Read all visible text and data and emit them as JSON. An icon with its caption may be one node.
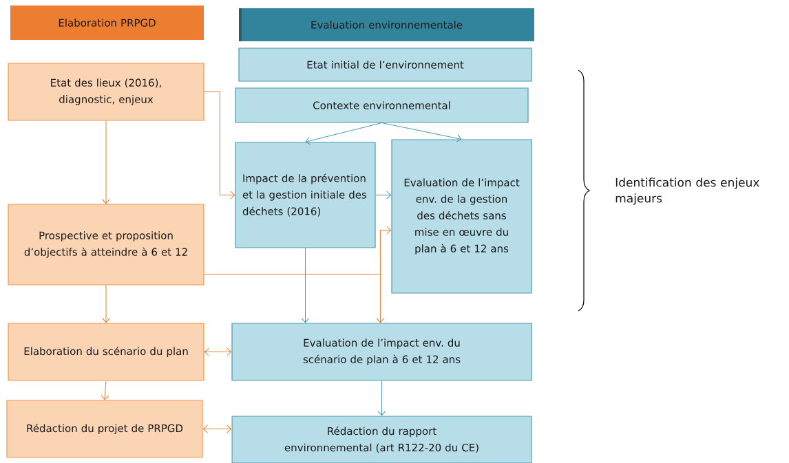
{
  "diagram": {
    "nodes": [
      {
        "text": [
          "Elaboration PRPGD"
        ]
      },
      {
        "text": [
          "Evaluation environnementale"
        ]
      },
      {
        "text": [
          "Etat initial de l’environnement"
        ]
      },
      {
        "text": [
          "Contexte environnemental"
        ]
      },
      {
        "text": [
          "Etat des lieux (2016), diagnostic, enjeux"
        ]
      },
      {
        "text": [
          "Impact de la prévention et la gestion initiale des déchets (2016)"
        ]
      },
      {
        "text": [
          "Evaluation de l’impact env. de la gestion des déchets sans mise en œuvre du plan à 6 et 12 ans"
        ]
      },
      {
        "text": [
          "Prospective et proposition d’objectifs à atteindre à 6 et 12"
        ]
      },
      {
        "text": [
          "Elaboration du scénario du plan"
        ]
      },
      {
        "text": [
          "Evaluation de l’impact env. du scénario de plan à 6 et 12 ans"
        ]
      },
      {
        "text": [
          "Rédaction du projet de PRPGD"
        ]
      },
      {
        "text": [
          "Rédaction du rapport environnemental (art R122-20 du CE)"
        ]
      }
    ],
    "edges": [
      {
        "from": 3,
        "to": 5,
        "arrow": "to",
        "color": "#4a9ab0"
      },
      {
        "from": 3,
        "to": 6,
        "arrow": "to",
        "color": "#4a9ab0"
      },
      {
        "from": 4,
        "to": 5,
        "arrow": "to"
      },
      {
        "from": 5,
        "to": 6,
        "arrow": "to",
        "color": "#4a9ab0"
      },
      {
        "from": 4,
        "to": 7,
        "arrow": "to"
      },
      {
        "from": 7,
        "to": 6,
        "arrow": "to"
      },
      {
        "from": 7,
        "to": 9,
        "arrow": "to"
      },
      {
        "from": 5,
        "to": 9,
        "arrow": "to",
        "color": "#4a9ab0"
      },
      {
        "from": 7,
        "to": 8,
        "arrow": "to"
      },
      {
        "from": 8,
        "to": 9,
        "arrow": "both"
      },
      {
        "from": 8,
        "to": 10,
        "arrow": "to"
      },
      {
        "from": 9,
        "to": 11,
        "arrow": "to",
        "color": "#4a9ab0"
      },
      {
        "from": 10,
        "to": 11,
        "arrow": "both"
      }
    ],
    "labels": [
      "Identification des enjeux majeurs"
    ]
  }
}
